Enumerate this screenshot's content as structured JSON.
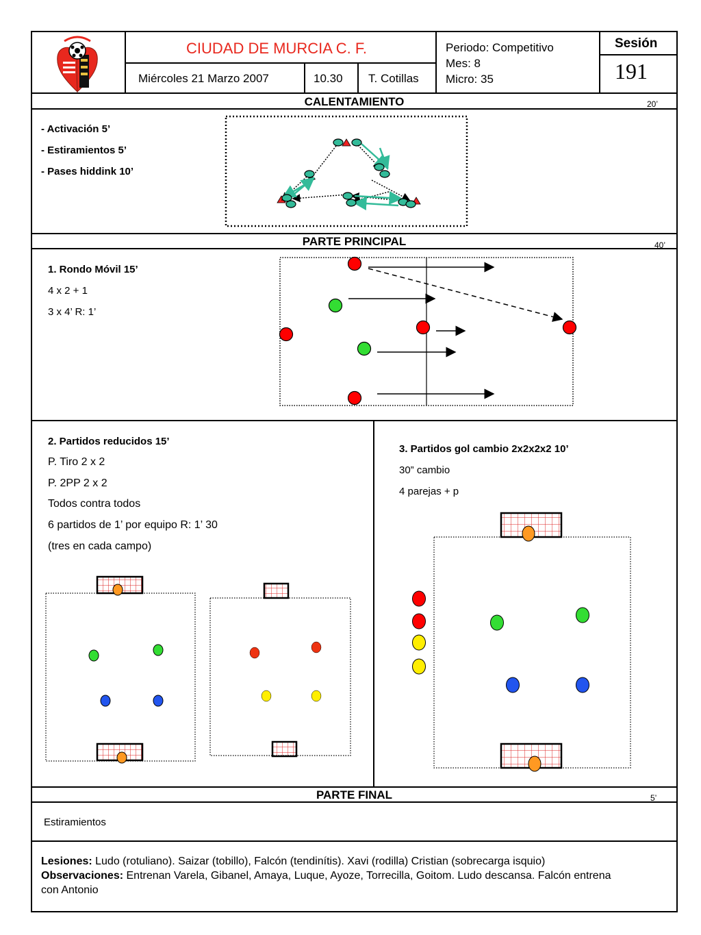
{
  "header": {
    "club_name": "CIUDAD DE MURCIA C. F.",
    "date": "Miércoles 21 Marzo  2007",
    "time": "10.30",
    "coach": "T. Cotillas",
    "period": "Periodo: Competitivo",
    "month": "Mes: 8",
    "micro": "Micro: 35",
    "session_label": "Sesión",
    "session_number": "191"
  },
  "warmup": {
    "title": "CALENTAMIENTO",
    "duration": "20’",
    "items": [
      "- Activación  5’",
      "- Estiramientos 5’",
      "- Pases hiddink 10’"
    ]
  },
  "main": {
    "title": "PARTE PRINCIPAL",
    "duration": "40’",
    "ex1": {
      "title": "1. Rondo Móvil  15’",
      "lines": [
        "4 x 2 + 1",
        "3 x 4’ R: 1’"
      ]
    },
    "ex2": {
      "title": "2. Partidos reducidos  15’",
      "lines": [
        "P. Tiro  2 x 2",
        "P. 2PP  2 x 2",
        "Todos contra todos",
        "6 partidos de 1’ por equipo  R: 1’ 30",
        "(tres en cada campo)"
      ]
    },
    "ex3": {
      "title": "3. Partidos gol cambio 2x2x2x2  10’",
      "lines": [
        "30” cambio",
        "4 parejas + p"
      ]
    }
  },
  "final": {
    "title": "PARTE FINAL",
    "duration": "5’",
    "text": "Estiramientos"
  },
  "notes": {
    "injuries_label": "Lesiones:",
    "injuries_text": " Ludo (rotuliano). Saizar (tobillo), Falcón (tendinítis). Xavi (rodilla) Cristian (sobrecarga isquio)",
    "obs_label": "Observaciones:",
    "obs_text_1": " Entrenan Varela, Gibanel, Amaya, Luque, Ayoze, Torrecilla, Goitom. Ludo descansa. Falcón entrena",
    "obs_text_2": "con Antonio"
  },
  "colors": {
    "club_red": "#e8281e",
    "red": "#ff0000",
    "green": "#33dd33",
    "blue": "#2255ee",
    "yellow": "#ffee00",
    "orange": "#ff9922",
    "teal": "#33bb99",
    "goal_red": "#dd2222"
  },
  "icons": {
    "logo": "club-crest-logo"
  }
}
